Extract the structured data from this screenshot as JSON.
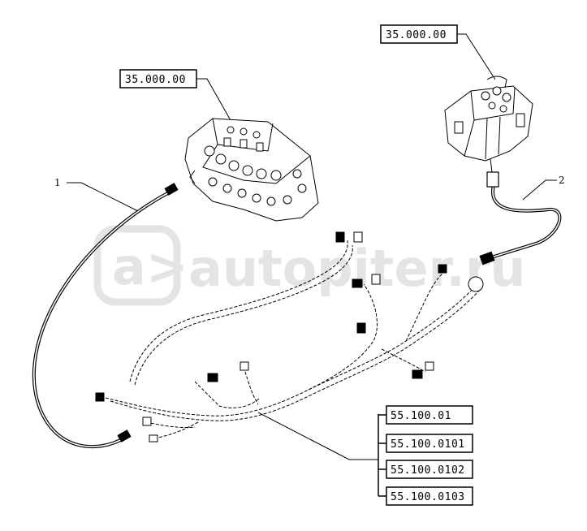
{
  "diagram": {
    "top_right_ref": "35.000.00",
    "left_ref": "35.000.00",
    "item_1": "1",
    "item_2": "2",
    "harness_refs": [
      "55.100.01",
      "55.100.0101",
      "55.100.0102",
      "55.100.0103"
    ],
    "watermark": "autopiter.ru"
  },
  "colors": {
    "line": "#000000",
    "background": "#ffffff",
    "watermark": "#e2e2e2"
  }
}
